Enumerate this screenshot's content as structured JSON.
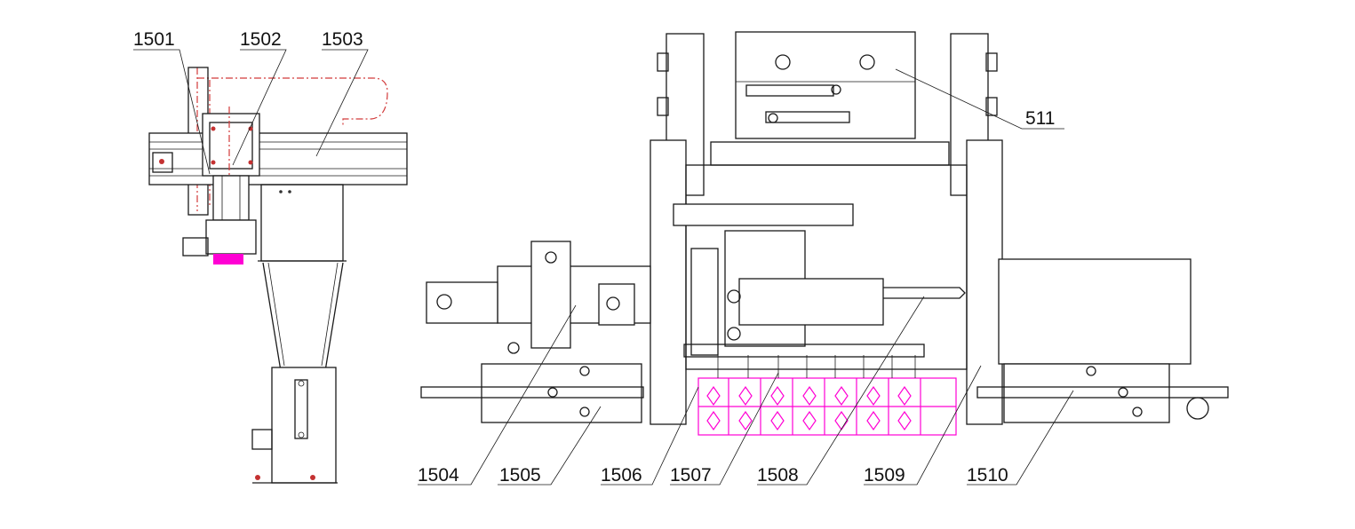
{
  "colors": {
    "line": "#1a1a1a",
    "centerline": "#d23a3a",
    "highlight": "#ff00d4"
  },
  "labels": {
    "c1501": "1501",
    "c1502": "1502",
    "c1503": "1503",
    "c511": "511",
    "c1504": "1504",
    "c1505": "1505",
    "c1506": "1506",
    "c1507": "1507",
    "c1508": "1508",
    "c1509": "1509",
    "c1510": "1510"
  }
}
